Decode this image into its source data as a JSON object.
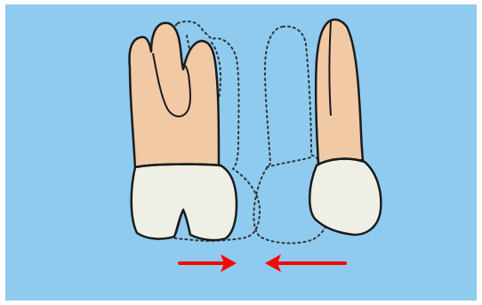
{
  "figure": {
    "background_color": "#8ecbef",
    "root_color": "#f1c9a5",
    "crown_color": "#eef0e6",
    "outline_color": "#1b1b1b",
    "arrow_color": "#ff0000",
    "elements": [
      "molar-tooth-left",
      "premolar-tooth-right",
      "ghost-tooth-outline-left",
      "ghost-tooth-outline-right",
      "mesial-drift-arrow-right",
      "distal-drift-arrow-left"
    ]
  }
}
